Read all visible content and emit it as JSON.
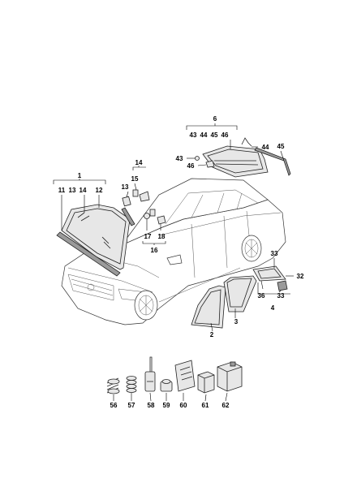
{
  "diagram": {
    "callouts": {
      "c1": "1",
      "c2": "2",
      "c3": "3",
      "c4": "4",
      "c6": "6",
      "c11": "11",
      "c12": "12",
      "c13a": "13",
      "c14a": "14",
      "c13b": "13",
      "c14b": "14",
      "c15": "15",
      "c16": "16",
      "c17": "17",
      "c18": "18",
      "c32": "32",
      "c33a": "33",
      "c33b": "33",
      "c36": "36",
      "c43a": "43",
      "c44a": "44",
      "c45a": "45",
      "c46a": "46",
      "c43b": "43",
      "c44b": "44",
      "c45b": "45",
      "c46b": "46",
      "c56": "56",
      "c57": "57",
      "c58": "58",
      "c59": "59",
      "c60": "60",
      "c61": "61",
      "c62": "62"
    }
  }
}
